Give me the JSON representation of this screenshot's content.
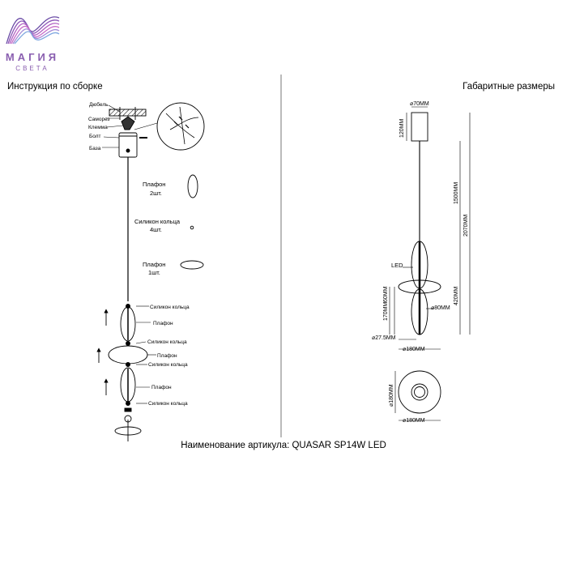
{
  "brand": {
    "logo_line1": "МАГИЯ",
    "logo_line2": "СВЕТА",
    "colors": [
      "#6b4ca6",
      "#c76bc8",
      "#7fa8e0"
    ]
  },
  "headings": {
    "assembly": "Инструкция по сборке",
    "dimensions": "Габаритные размеры"
  },
  "article": "Наименование артикула: QUASAR SP14W LED",
  "assembly_labels": {
    "dubel": "Дюбель",
    "samorez": "Саморез",
    "klemma": "Клемма",
    "bolt": "Болт",
    "baza": "База",
    "plafon_2": [
      "Плафон",
      "2шт."
    ],
    "silikon_4": [
      "Силикон кольца",
      "4шт."
    ],
    "plafon_1": [
      "Плафон",
      "1шт."
    ],
    "silikon_a": "Силикон кольца",
    "plafon_a": "Плафон",
    "silikon_b": "Силикон кольца",
    "plafon_b": "Плафон",
    "silikon_c": "Силикон кольца",
    "plafon_c": "Плафон",
    "silikon_d": "Силикон кольца"
  },
  "dimension_labels": {
    "d70": "⌀70MM",
    "h120": "120MM",
    "h1500": "1500MM",
    "h2070": "2070MM",
    "led": "LED",
    "h420": "420MM",
    "h170": "170MM",
    "h60": "60MM",
    "d80": "⌀80MM",
    "d275": "⌀27.5MM",
    "d180_a": "⌀180MM",
    "d180_side": "⌀180MM",
    "d180_b": "⌀180MM"
  }
}
